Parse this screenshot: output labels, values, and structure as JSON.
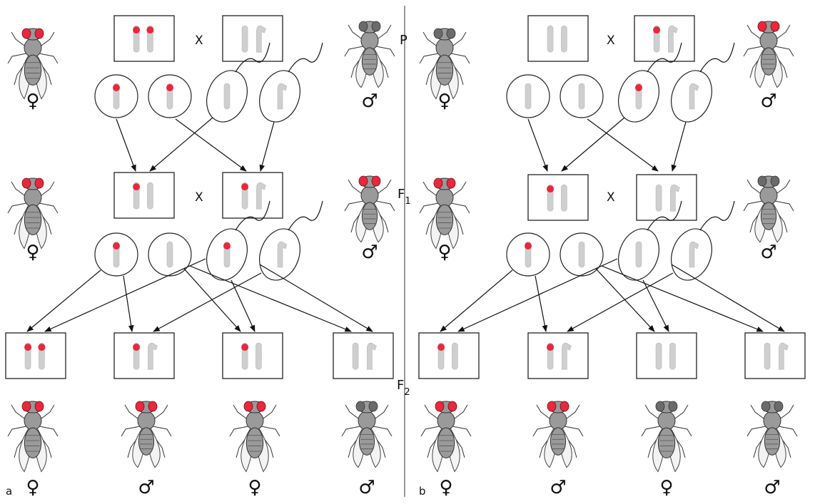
{
  "labels": {
    "cross": "X",
    "female": "♀",
    "male": "♂",
    "gen_p": "P",
    "gen_f1_letter": "F",
    "gen_f1_sub": "1",
    "gen_f2_letter": "F",
    "gen_f2_sub": "2",
    "panel_a": "a",
    "panel_b": "b"
  },
  "colors": {
    "red_eye": "#e8283c",
    "chromosome": "#cfcfcf"
  },
  "panels": [
    {
      "id": "a",
      "P": {
        "female_eye": "red",
        "male_eye": "white",
        "female_genotype": [
          "X-red",
          "X-red"
        ],
        "male_genotype": [
          "X",
          "Y"
        ]
      },
      "F1": {
        "female_eye": "red",
        "male_eye": "red",
        "female_genotype": [
          "X-red",
          "X"
        ],
        "male_genotype": [
          "X-red",
          "Y"
        ]
      },
      "F2": [
        {
          "sex": "female",
          "eye": "red",
          "genotype": [
            "X-red",
            "X-red"
          ]
        },
        {
          "sex": "male",
          "eye": "red",
          "genotype": [
            "X-red",
            "Y"
          ]
        },
        {
          "sex": "female",
          "eye": "red",
          "genotype": [
            "X-red",
            "X"
          ]
        },
        {
          "sex": "male",
          "eye": "white",
          "genotype": [
            "X",
            "Y"
          ]
        }
      ]
    },
    {
      "id": "b",
      "P": {
        "female_eye": "white",
        "male_eye": "red",
        "female_genotype": [
          "X",
          "X"
        ],
        "male_genotype": [
          "X-red",
          "Y"
        ]
      },
      "F1": {
        "female_eye": "red",
        "male_eye": "white",
        "female_genotype": [
          "X-red",
          "X"
        ],
        "male_genotype": [
          "X",
          "Y"
        ]
      },
      "F2": [
        {
          "sex": "female",
          "eye": "red",
          "genotype": [
            "X-red",
            "X"
          ]
        },
        {
          "sex": "male",
          "eye": "red",
          "genotype": [
            "X-red",
            "Y"
          ]
        },
        {
          "sex": "female",
          "eye": "white",
          "genotype": [
            "X",
            "X"
          ]
        },
        {
          "sex": "male",
          "eye": "white",
          "genotype": [
            "X",
            "Y"
          ]
        }
      ]
    }
  ]
}
